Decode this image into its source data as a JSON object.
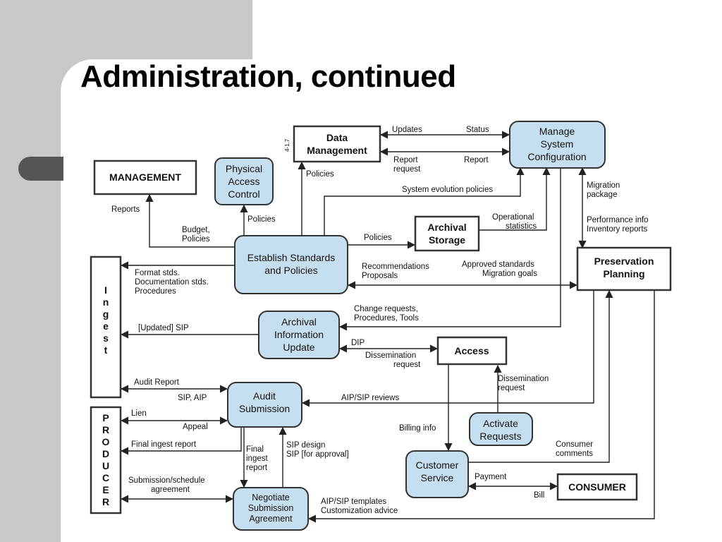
{
  "slide": {
    "title": "Administration, continued"
  },
  "colors": {
    "process_fill": "#c6dff0",
    "external_fill": "#ffffff",
    "line": "#222222",
    "side_panel": "#c8c8c8",
    "tab": "#555555"
  },
  "nodes": {
    "management": "MANAGEMENT",
    "physical_access": [
      "Physical",
      "Access",
      "Control"
    ],
    "data_management": [
      "Data",
      "Management"
    ],
    "manage_system_config": [
      "Manage",
      "System",
      "Configuration"
    ],
    "establish_standards": [
      "Establish Standards",
      "and Policies"
    ],
    "archival_storage": [
      "Archival",
      "Storage"
    ],
    "preservation_planning": [
      "Preservation",
      "Planning"
    ],
    "ingest": [
      "I",
      "n",
      "g",
      "e",
      "s",
      "t"
    ],
    "archival_info_update": [
      "Archival",
      "Information",
      "Update"
    ],
    "access": "Access",
    "audit_submission": [
      "Audit",
      "Submission"
    ],
    "producer": [
      "P",
      "R",
      "O",
      "D",
      "U",
      "C",
      "E",
      "R"
    ],
    "activate_requests": [
      "Activate",
      "Requests"
    ],
    "customer_service": [
      "Customer",
      "Service"
    ],
    "consumer": "CONSUMER",
    "negotiate": [
      "Negotiate",
      "Submission",
      "Agreement"
    ]
  },
  "labels": {
    "small_ref": "4-1.7",
    "updates": "Updates",
    "status": "Status",
    "report_request": [
      "Report",
      "request"
    ],
    "report": "Report",
    "policies_dm": "Policies",
    "system_evolution": "System evolution policies",
    "migration_package": [
      "Migration",
      "package"
    ],
    "reports": "Reports",
    "policies_pac": "Policies",
    "operational_stats": [
      "Operational",
      "statistics"
    ],
    "performance_info": [
      "Performance info",
      "Inventory reports"
    ],
    "budget_policies": [
      "Budget,",
      "Policies"
    ],
    "policies_as": "Policies",
    "recommendations": [
      "Recommendations",
      "Proposals"
    ],
    "approved_standards": [
      "Approved standards",
      "Migration goals"
    ],
    "format_stds": [
      "Format stds.",
      "Documentation stds.",
      "Procedures"
    ],
    "change_requests": [
      "Change requests,",
      "Procedures, Tools"
    ],
    "updated_sip": "[Updated] SIP",
    "dip": "DIP",
    "dissemination_request_a": [
      "Dissemination",
      "request"
    ],
    "dissemination_request_b": [
      "Dissemination",
      "request"
    ],
    "audit_report": "Audit Report",
    "sip_aip": "SIP, AIP",
    "aip_sip_reviews": "AIP/SIP reviews",
    "lien": "Lien",
    "appeal": "Appeal",
    "billing_info": "Billing info",
    "final_ingest_report": "Final ingest report",
    "final_ingest_report_v": [
      "Final",
      "ingest",
      "report"
    ],
    "sip_design": [
      "SIP design",
      "SIP [for approval]"
    ],
    "consumer_comments": [
      "Consumer",
      "comments"
    ],
    "payment": "Payment",
    "bill": "Bill",
    "submission_schedule": [
      "Submission/schedule",
      "agreement"
    ],
    "aip_sip_templates": [
      "AIP/SIP templates",
      "Customization advice"
    ]
  }
}
